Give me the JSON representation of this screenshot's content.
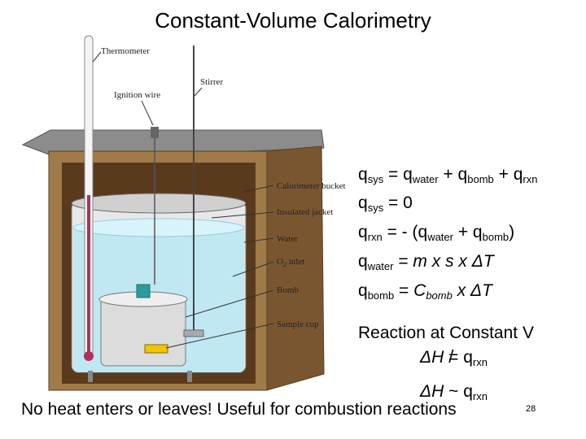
{
  "title": "Constant-Volume Calorimetry",
  "labels": {
    "thermometer": "Thermometer",
    "ignition_wire": "Ignition wire",
    "stirrer": "Stirrer",
    "calorimeter_bucket": "Calorimeter bucket",
    "insulated_jacket": "Insulated jacket",
    "water": "Water",
    "o2_inlet_main": "O",
    "o2_inlet_sub": "2",
    "o2_inlet_rest": " inlet",
    "bomb": "Bomb",
    "sample_cup": "Sample cup"
  },
  "equations": {
    "e1": {
      "a": "q",
      "a_sub": "sys",
      "b": " = q",
      "b_sub": "water",
      "c": " + q",
      "c_sub": "bomb",
      "d": " + q",
      "d_sub": "rxn"
    },
    "e2": {
      "a": "q",
      "a_sub": "sys",
      "b": " = 0"
    },
    "e3": {
      "a": "q",
      "a_sub": "rxn",
      "b": " = - (q",
      "b_sub": "water",
      "c": " + q",
      "c_sub": "bomb",
      "d": ")"
    },
    "e4": {
      "a": "q",
      "a_sub": "water",
      "b": " = ",
      "c": "m x s x ",
      "d": "ΔT"
    },
    "e5": {
      "a": "q",
      "a_sub": "bomb",
      "b": " = ",
      "c": "C",
      "c_sub": "bomb",
      "d": " x ",
      "e": "ΔT"
    }
  },
  "reaction": {
    "heading": "Reaction at Constant V",
    "line1_a": "ΔH",
    "line1_b": " = q",
    "line1_sub": "rxn",
    "line2_a": "ΔH",
    "line2_b": " ~ q",
    "line2_sub": "rxn"
  },
  "footer": "No heat enters or leaves!  Useful for combustion reactions",
  "slide_number": "28",
  "colors": {
    "lid": "#8c8c8c",
    "jacket": "#a07a48",
    "water": "#bfe8f2",
    "bomb": "#dcdcdc",
    "thermometer_fluid": "#b0305a"
  }
}
